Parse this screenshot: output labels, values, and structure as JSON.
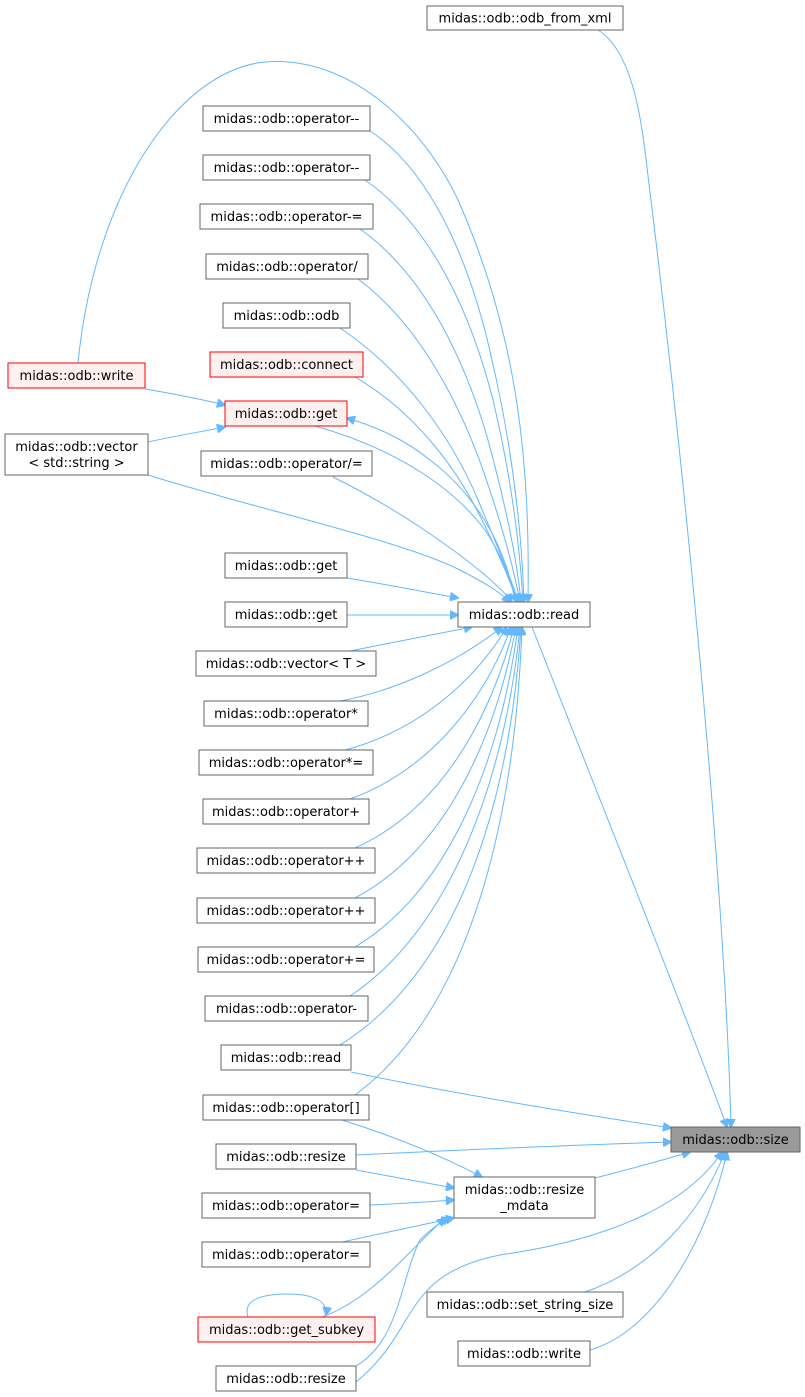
{
  "colors": {
    "edge": "#63b8ff",
    "node_border": "#666666",
    "node_fill": "#ffffff",
    "highlight_border": "#ff0000",
    "highlight_fill": "#fff0f0",
    "focus_fill": "#999999"
  },
  "nodes": [
    {
      "id": "odb_from_xml",
      "lines": [
        "midas::odb::odb_from_xml"
      ],
      "style": "normal"
    },
    {
      "id": "opdec1",
      "lines": [
        "midas::odb::operator--"
      ],
      "style": "normal"
    },
    {
      "id": "opdec2",
      "lines": [
        "midas::odb::operator--"
      ],
      "style": "normal"
    },
    {
      "id": "opsubeq",
      "lines": [
        "midas::odb::operator-="
      ],
      "style": "normal"
    },
    {
      "id": "opdiv",
      "lines": [
        "midas::odb::operator/"
      ],
      "style": "normal"
    },
    {
      "id": "odbctor",
      "lines": [
        "midas::odb::odb"
      ],
      "style": "normal"
    },
    {
      "id": "connect",
      "lines": [
        "midas::odb::connect"
      ],
      "style": "highlight"
    },
    {
      "id": "write_l",
      "lines": [
        "midas::odb::write"
      ],
      "style": "highlight"
    },
    {
      "id": "get_top",
      "lines": [
        "midas::odb::get"
      ],
      "style": "highlight"
    },
    {
      "id": "vecstr",
      "lines": [
        "midas::odb::vector",
        "< std::string >"
      ],
      "style": "normal"
    },
    {
      "id": "opdiveq",
      "lines": [
        "midas::odb::operator/="
      ],
      "style": "normal"
    },
    {
      "id": "get2",
      "lines": [
        "midas::odb::get"
      ],
      "style": "normal"
    },
    {
      "id": "get3",
      "lines": [
        "midas::odb::get"
      ],
      "style": "normal"
    },
    {
      "id": "read_main",
      "lines": [
        "midas::odb::read"
      ],
      "style": "normal"
    },
    {
      "id": "vecT",
      "lines": [
        "midas::odb::vector< T >"
      ],
      "style": "normal"
    },
    {
      "id": "opmul",
      "lines": [
        "midas::odb::operator*"
      ],
      "style": "normal"
    },
    {
      "id": "opmuleq",
      "lines": [
        "midas::odb::operator*="
      ],
      "style": "normal"
    },
    {
      "id": "opadd",
      "lines": [
        "midas::odb::operator+"
      ],
      "style": "normal"
    },
    {
      "id": "opinc1",
      "lines": [
        "midas::odb::operator++"
      ],
      "style": "normal"
    },
    {
      "id": "opinc2",
      "lines": [
        "midas::odb::operator++"
      ],
      "style": "normal"
    },
    {
      "id": "opaddeq",
      "lines": [
        "midas::odb::operator+="
      ],
      "style": "normal"
    },
    {
      "id": "opsub",
      "lines": [
        "midas::odb::operator-"
      ],
      "style": "normal"
    },
    {
      "id": "read2",
      "lines": [
        "midas::odb::read"
      ],
      "style": "normal"
    },
    {
      "id": "opidx",
      "lines": [
        "midas::odb::operator[]"
      ],
      "style": "normal"
    },
    {
      "id": "size",
      "lines": [
        "midas::odb::size"
      ],
      "style": "focus"
    },
    {
      "id": "resize1",
      "lines": [
        "midas::odb::resize"
      ],
      "style": "normal"
    },
    {
      "id": "resize_mdata",
      "lines": [
        "midas::odb::resize",
        "_mdata"
      ],
      "style": "normal"
    },
    {
      "id": "opassign1",
      "lines": [
        "midas::odb::operator="
      ],
      "style": "normal"
    },
    {
      "id": "opassign2",
      "lines": [
        "midas::odb::operator="
      ],
      "style": "normal"
    },
    {
      "id": "set_string_size",
      "lines": [
        "midas::odb::set_string_size"
      ],
      "style": "normal"
    },
    {
      "id": "get_subkey",
      "lines": [
        "midas::odb::get_subkey"
      ],
      "style": "highlight"
    },
    {
      "id": "write_r",
      "lines": [
        "midas::odb::write"
      ],
      "style": "normal"
    },
    {
      "id": "resize2",
      "lines": [
        "midas::odb::resize"
      ],
      "style": "normal"
    }
  ],
  "edges": [
    {
      "from": "odb_from_xml",
      "to": "size"
    },
    {
      "from": "write_l",
      "to": "read_main"
    },
    {
      "from": "opdec1",
      "to": "read_main"
    },
    {
      "from": "opdec2",
      "to": "read_main"
    },
    {
      "from": "opsubeq",
      "to": "read_main"
    },
    {
      "from": "opdiv",
      "to": "read_main"
    },
    {
      "from": "odbctor",
      "to": "read_main"
    },
    {
      "from": "connect",
      "to": "read_main"
    },
    {
      "from": "write_l",
      "to": "get_top"
    },
    {
      "from": "vecstr",
      "to": "get_top"
    },
    {
      "from": "get_top",
      "to": "read_main"
    },
    {
      "from": "read_main",
      "to": "get_top"
    },
    {
      "from": "opdiveq",
      "to": "read_main"
    },
    {
      "from": "vecstr",
      "to": "read_main"
    },
    {
      "from": "get2",
      "to": "read_main"
    },
    {
      "from": "get3",
      "to": "read_main"
    },
    {
      "from": "vecT",
      "to": "read_main"
    },
    {
      "from": "opmul",
      "to": "read_main"
    },
    {
      "from": "opmuleq",
      "to": "read_main"
    },
    {
      "from": "opadd",
      "to": "read_main"
    },
    {
      "from": "opinc1",
      "to": "read_main"
    },
    {
      "from": "opinc2",
      "to": "read_main"
    },
    {
      "from": "opaddeq",
      "to": "read_main"
    },
    {
      "from": "opsub",
      "to": "read_main"
    },
    {
      "from": "read2",
      "to": "read_main"
    },
    {
      "from": "opidx",
      "to": "read_main"
    },
    {
      "from": "read_main",
      "to": "size"
    },
    {
      "from": "read2",
      "to": "size"
    },
    {
      "from": "resize1",
      "to": "size"
    },
    {
      "from": "resize_mdata",
      "to": "size"
    },
    {
      "from": "opidx",
      "to": "resize_mdata"
    },
    {
      "from": "resize1",
      "to": "resize_mdata"
    },
    {
      "from": "opassign1",
      "to": "resize_mdata"
    },
    {
      "from": "opassign2",
      "to": "resize_mdata"
    },
    {
      "from": "get_subkey",
      "to": "resize_mdata"
    },
    {
      "from": "get_subkey",
      "to": "get_subkey"
    },
    {
      "from": "resize2",
      "to": "resize_mdata"
    },
    {
      "from": "resize2",
      "to": "size"
    },
    {
      "from": "set_string_size",
      "to": "size"
    },
    {
      "from": "write_r",
      "to": "size"
    }
  ]
}
